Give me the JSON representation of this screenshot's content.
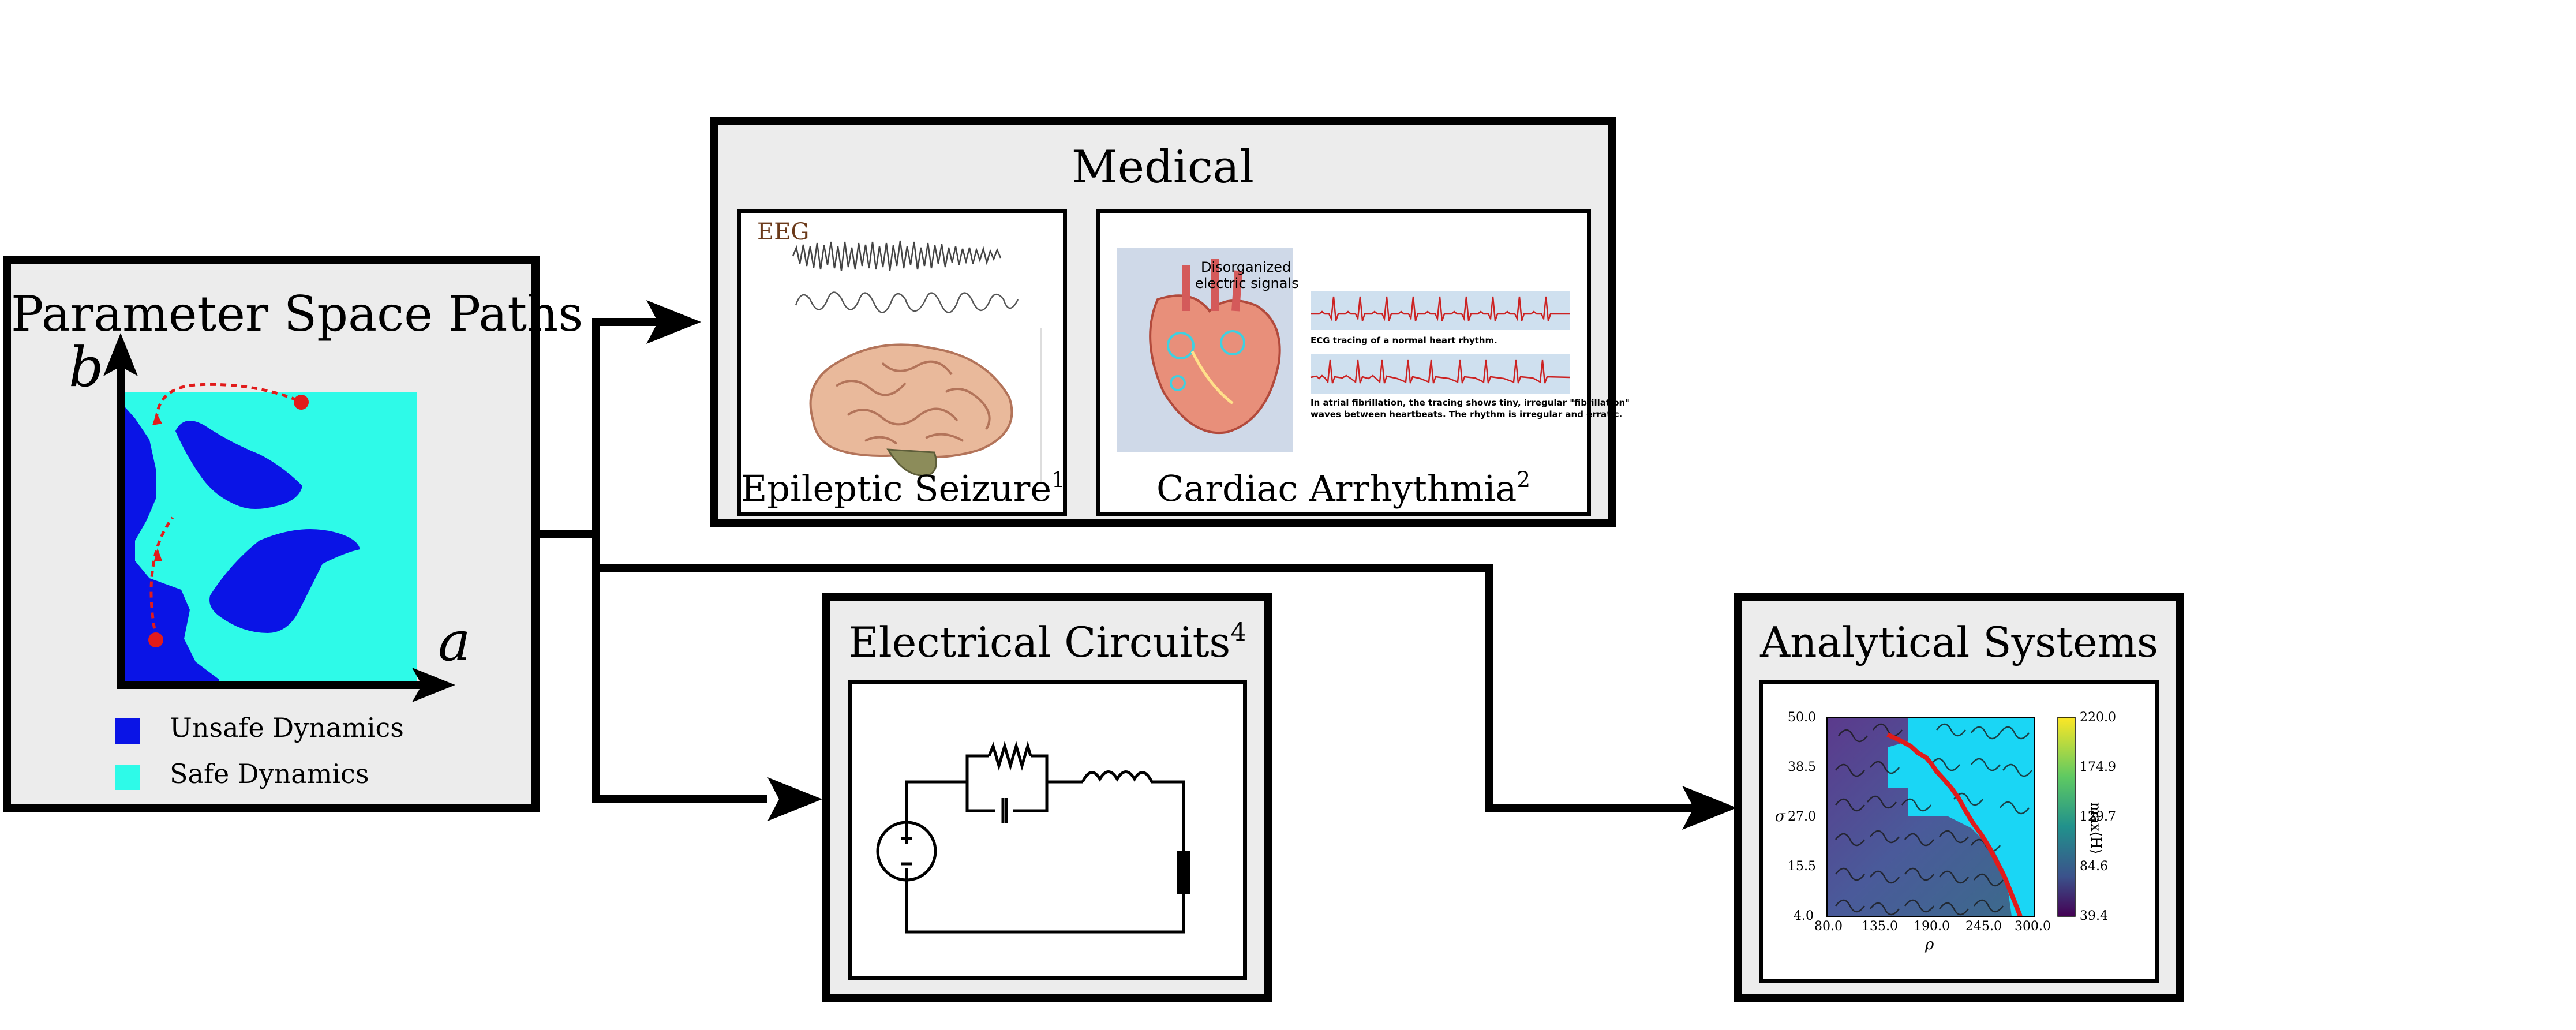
{
  "connectors": {
    "color": "#000000"
  },
  "param_space": {
    "title": "Parameter Space Paths",
    "axis_y": "b",
    "axis_x": "a",
    "legend": [
      {
        "label": "Unsafe Dynamics",
        "color": "#0a14e6"
      },
      {
        "label": "Safe Dynamics",
        "color": "#2efae8"
      }
    ],
    "path_color": "#e11b1b"
  },
  "medical": {
    "title": "Medical",
    "epileptic": {
      "label": "Epileptic Seizure",
      "ref": "1",
      "eeg_label": "EEG"
    },
    "cardiac": {
      "label": "Cardiac Arrhythmia",
      "ref": "2",
      "heart_label_line1": "Disorganized",
      "heart_label_line2": "electric signals",
      "ecg_normal_caption": "ECG tracing of a normal heart rhythm.",
      "ecg_af_caption_line1": "In atrial fibrillation, the tracing shows tiny, irregular \"fibrillation\"",
      "ecg_af_caption_line2": "waves between heartbeats. The rhythm is irregular and erratic."
    }
  },
  "electrical": {
    "title": "Electrical Circuits",
    "ref": "4"
  },
  "analytical": {
    "title": "Analytical Systems",
    "ylabel": "σ",
    "xlabel": "ρ",
    "colorbar_label": "max⟨H⟩",
    "yticks": [
      "50.0",
      "38.5",
      "27.0",
      "15.5",
      "4.0"
    ],
    "xticks": [
      "80.0",
      "135.0",
      "190.0",
      "245.0",
      "300.0"
    ],
    "cticks": [
      "220.0",
      "174.9",
      "129.7",
      "84.6",
      "39.4"
    ],
    "colormap": [
      "#fde725",
      "#5ec962",
      "#21918c",
      "#3b528b",
      "#440154"
    ],
    "safe_region_color": "#1ad6f5",
    "path_color": "#e11b1b"
  }
}
